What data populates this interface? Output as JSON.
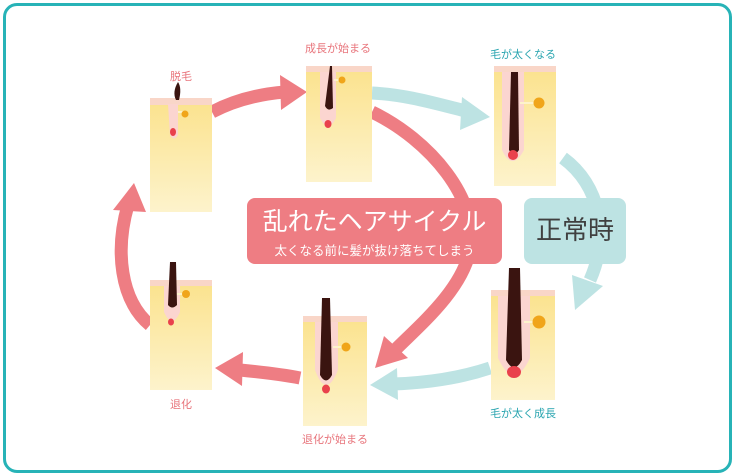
{
  "center": {
    "title": "乱れたヘアサイクル",
    "subtitle": "太くなる前に髪が抜け落ちてしまう"
  },
  "side_badge": "正常時",
  "stages": [
    {
      "id": "growth-start",
      "label": "成長が始まる"
    },
    {
      "id": "thickening",
      "label": "毛が太くなる"
    },
    {
      "id": "thick-growth",
      "label": "毛が太く成長"
    },
    {
      "id": "regression-start",
      "label": "退化が始まる"
    },
    {
      "id": "regression",
      "label": "退化"
    },
    {
      "id": "shedding",
      "label": "脱毛"
    }
  ],
  "colors": {
    "frame": "#27b3b7",
    "abnormal_arrow": "#ee7d83",
    "normal_arrow": "#bde3e3",
    "skin": "#fbe9a8",
    "hair": "#3a1410",
    "bulb": "#e9414c",
    "gland": "#f0a51a"
  }
}
